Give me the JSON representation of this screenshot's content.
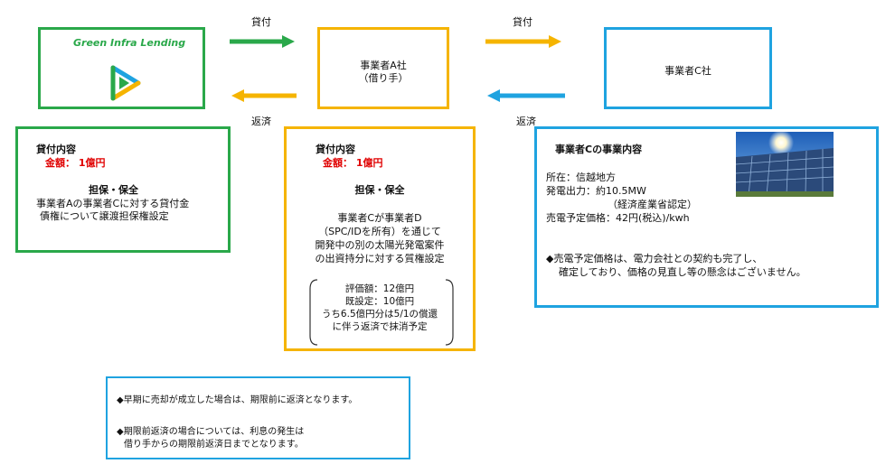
{
  "lender": {
    "logo_text": "Green Infra Lending"
  },
  "borrower_a": {
    "line1": "事業者A社",
    "line2": "（借り手）"
  },
  "company_c": {
    "name": "事業者C社"
  },
  "flows": {
    "lend1": "貸付",
    "repay1": "返済",
    "lend2": "貸付",
    "repay2": "返済"
  },
  "loan_left": {
    "title": "貸付内容",
    "amount": "金額：  1億円",
    "collateral_title": "担保・保全",
    "collateral_line1": "事業者Aの事業者Cに対する貸付金",
    "collateral_line2": "債権について譲渡担保権設定"
  },
  "loan_mid": {
    "title": "貸付内容",
    "amount": "金額：  1億円",
    "collateral_title": "担保・保全",
    "line1": "事業者Cが事業者D",
    "line2": "（SPC/IDを所有）を通じて",
    "line3": "開発中の別の太陽光発電案件",
    "line4": "の出資持分に対する質権設定",
    "bracket": {
      "line1": "評価額：12億円",
      "line2": "既設定：10億円",
      "line3": "うち6.5億円分は5/1の償還",
      "line4": "に伴う返済で抹消予定"
    }
  },
  "business_c": {
    "title": "事業者Cの事業内容",
    "location": "所在：信越地方",
    "output": "発電出力：約10.5MW",
    "output_note": "（経済産業省認定）",
    "price": "売電予定価格：42円(税込)/kwh",
    "note1": "◆売電予定価格は、電力会社との契約も完了し、",
    "note2": "確定しており、価格の見直し等の懸念はございません。"
  },
  "notice": {
    "line1": "◆早期に売却が成立した場合は、期限前に返済となります。",
    "line2": "◆期限前返済の場合については、利息の発生は",
    "line3": "借り手からの期限前返済日までとなります。"
  },
  "colors": {
    "green": "#2aa84a",
    "yellow": "#f5b400",
    "blue": "#1fa3e0",
    "red": "#e00000"
  }
}
